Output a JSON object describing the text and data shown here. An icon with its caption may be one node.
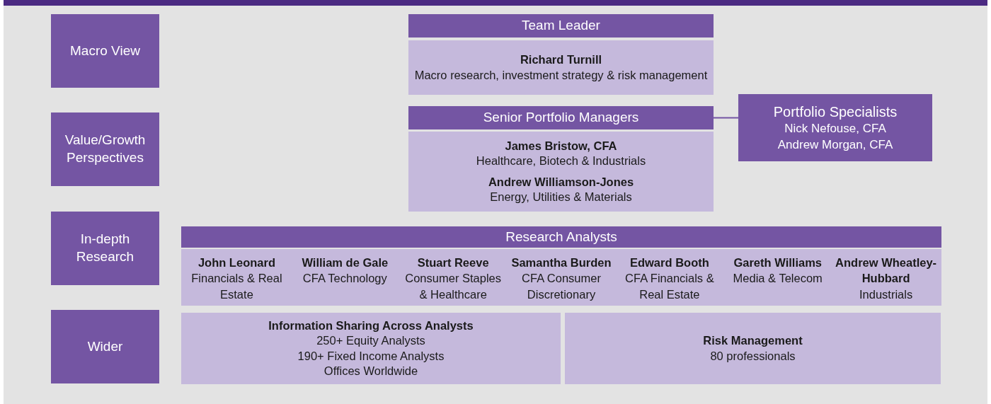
{
  "diagram": {
    "nodes": [
      {
        "text": [
          "Macro View"
        ]
      },
      {
        "text": [
          "Value/Growth Perspectives"
        ]
      },
      {
        "text": [
          "In-depth Research"
        ]
      },
      {
        "text": [
          "Wider"
        ]
      },
      {
        "text": [
          "Team Leader"
        ]
      },
      {
        "text": [
          "Richard Turnill",
          "Macro research, investment strategy & risk management"
        ]
      },
      {
        "text": [
          "Senior Portfolio Managers"
        ]
      },
      {
        "text": [
          "James Bristow, CFA",
          "Healthcare, Biotech & Industrials",
          "Andrew Williamson-Jones",
          "Energy, Utilities & Materials"
        ]
      },
      {
        "text": [
          "Portfolio Specialists",
          "Nick Nefouse, CFA",
          "Andrew Morgan, CFA"
        ]
      },
      {
        "text": [
          "Research Analysts"
        ]
      },
      {
        "text": [],
        "shape": "box"
      },
      {
        "text": [
          "John Leonard",
          "Financials & Real Estate"
        ],
        "in": 10
      },
      {
        "text": [
          "William de Gale",
          "CFA Technology"
        ],
        "in": 10
      },
      {
        "text": [
          "Stuart Reeve",
          "Consumer Staples & Healthcare"
        ],
        "in": 10
      },
      {
        "text": [
          "Samantha Burden",
          "CFA Consumer Discretionary"
        ],
        "in": 10
      },
      {
        "text": [
          "Edward Booth",
          "CFA Financials & Real Estate"
        ],
        "in": 10
      },
      {
        "text": [
          "Gareth Williams",
          "Media & Telecom"
        ],
        "in": 10
      },
      {
        "text": [
          "Andrew Wheatley-Hubbard",
          "Industrials"
        ],
        "in": 10
      },
      {
        "text": [
          "Information Sharing Across Analysts",
          "250+ Equity Analysts",
          "190+ Fixed Income Analysts",
          "Offices Worldwide"
        ]
      },
      {
        "text": [
          "Risk Management",
          "80 professionals"
        ]
      }
    ],
    "edges": [
      {
        "from": 6,
        "to": 8,
        "arrow": "none"
      }
    ]
  }
}
